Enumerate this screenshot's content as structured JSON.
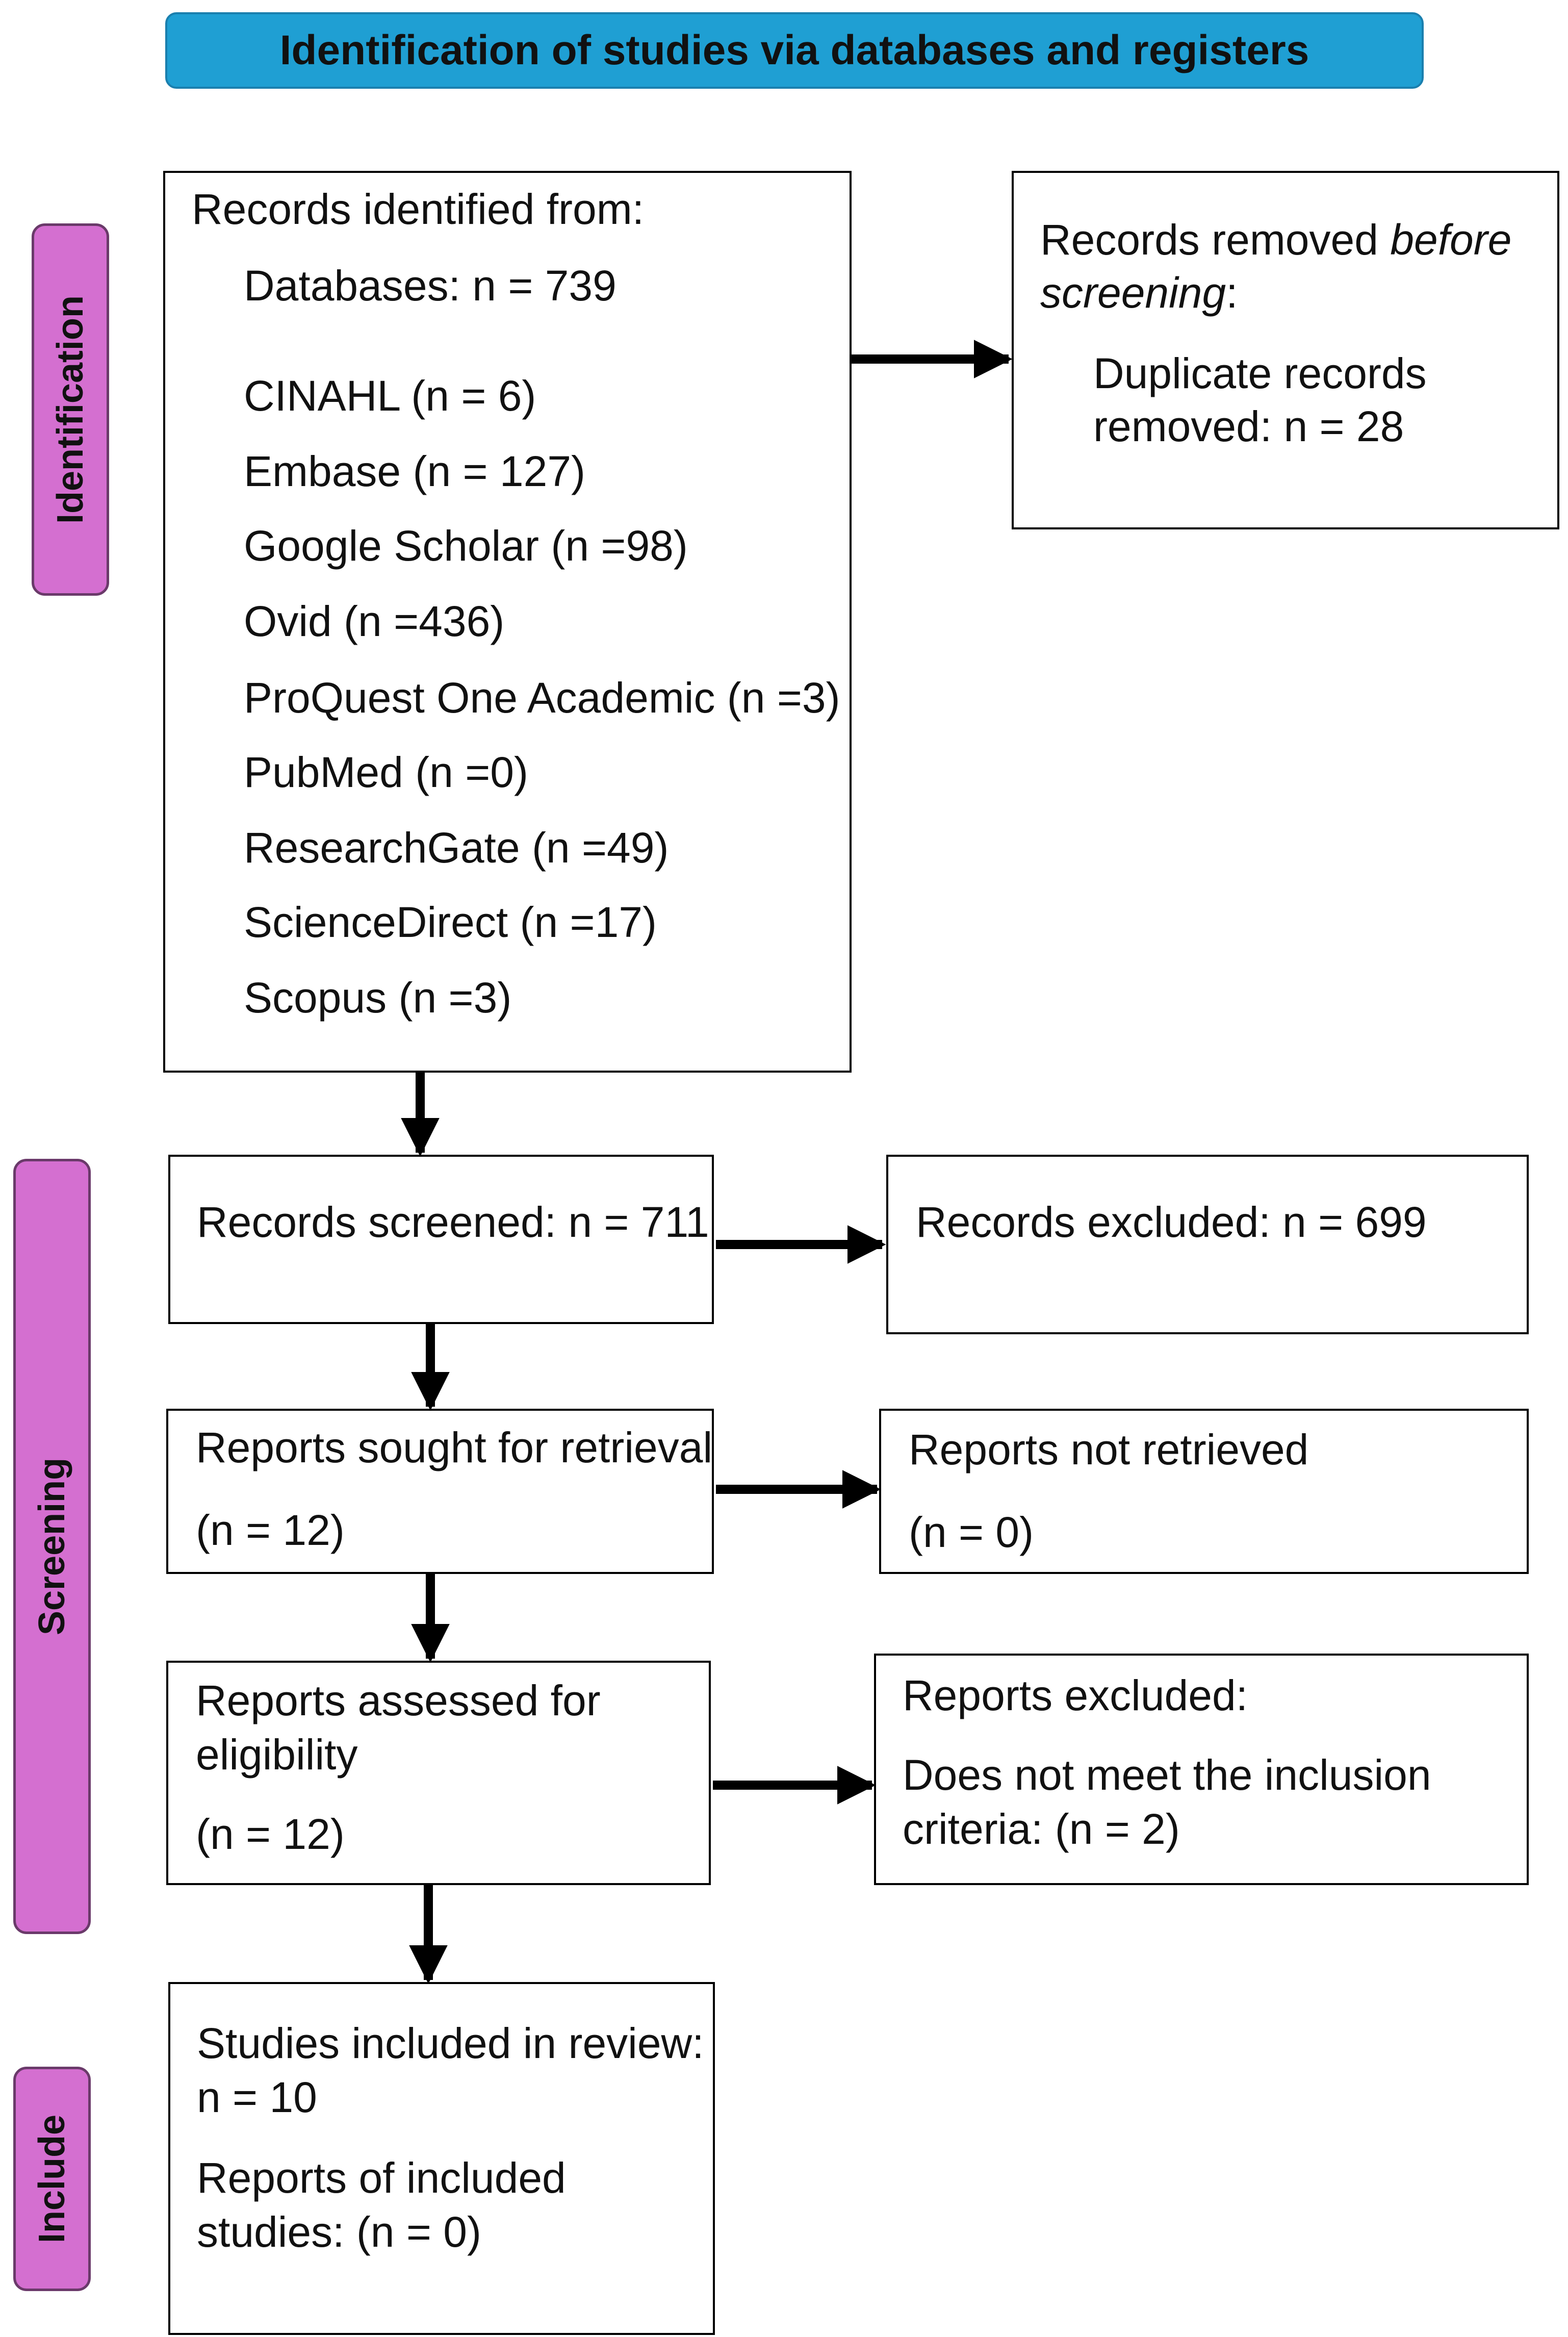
{
  "header": {
    "title": "Identification of studies via databases and registers"
  },
  "stages": {
    "identification": "Identification",
    "screening": "Screening",
    "include": "Include"
  },
  "identified": {
    "heading": "Records identified from:",
    "databases": "Databases: n = 739",
    "sources": [
      "CINAHL (n = 6)",
      "Embase (n = 127)",
      "Google Scholar (n =98)",
      "Ovid (n =436)",
      "ProQuest One Academic (n =3)",
      "PubMed (n =0)",
      "ResearchGate (n =49)",
      "ScienceDirect (n =17)",
      "Scopus (n =3)"
    ]
  },
  "removed": {
    "heading_a": "Records removed ",
    "heading_b": "before",
    "heading_c": "screening",
    "heading_d": ":",
    "line1": "Duplicate records",
    "line2": "removed: n = 28"
  },
  "screened": {
    "text": "Records screened: n = 711"
  },
  "excluded": {
    "text": "Records excluded: n = 699"
  },
  "sought": {
    "line1": "Reports sought for retrieval",
    "line2": "(n = 12)"
  },
  "not_retrieved": {
    "line1": "Reports not retrieved",
    "line2": "(n = 0)"
  },
  "assessed": {
    "line1": "Reports assessed for",
    "line2": "eligibility",
    "line3": "(n = 12)"
  },
  "reports_excluded": {
    "line1": "Reports excluded:",
    "line2": "Does not meet the inclusion",
    "line3": "criteria: (n = 2)"
  },
  "included": {
    "line1": "Studies included in review:",
    "line2": "n = 10",
    "line3": "Reports of included",
    "line4": "studies: (n = 0)"
  }
}
